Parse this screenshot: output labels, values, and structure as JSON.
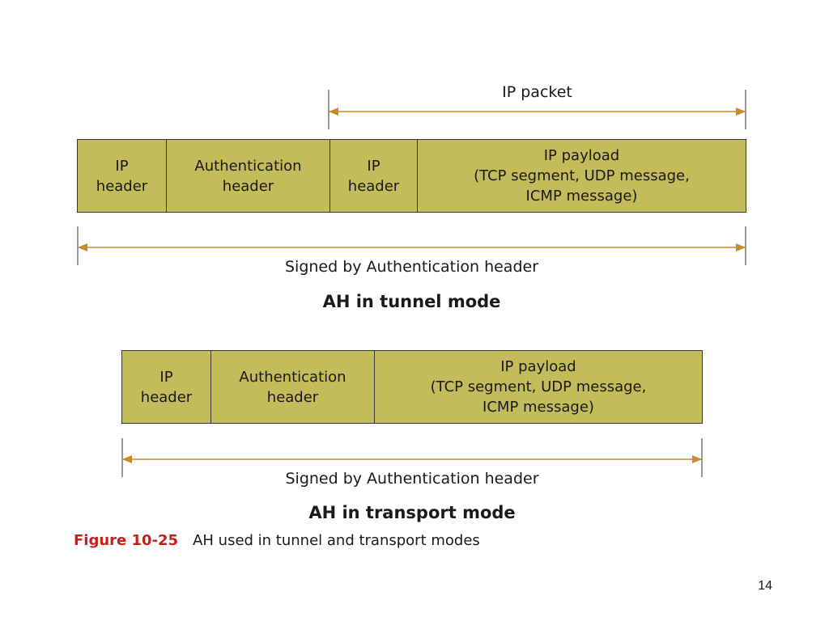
{
  "tunnel": {
    "ip_packet_label": "IP packet",
    "cells": [
      "IP\nheader",
      "Authentication\nheader",
      "IP\nheader",
      "IP payload\n(TCP segment, UDP message,\nICMP message)"
    ],
    "signed_label": "Signed by Authentication header",
    "mode_title": "AH in tunnel mode"
  },
  "transport": {
    "cells": [
      "IP\nheader",
      "Authentication\nheader",
      "IP payload\n(TCP segment, UDP message,\nICMP message)"
    ],
    "signed_label": "Signed by Authentication header",
    "mode_title": "AH in transport mode"
  },
  "caption": {
    "figure_number": "Figure 10-25",
    "text": "AH used in tunnel and transport modes"
  },
  "page_number": "14",
  "colors": {
    "packet_fill": "#c2bd5a",
    "arrow": "#c88a2a",
    "figure_number": "#c81e1e"
  }
}
